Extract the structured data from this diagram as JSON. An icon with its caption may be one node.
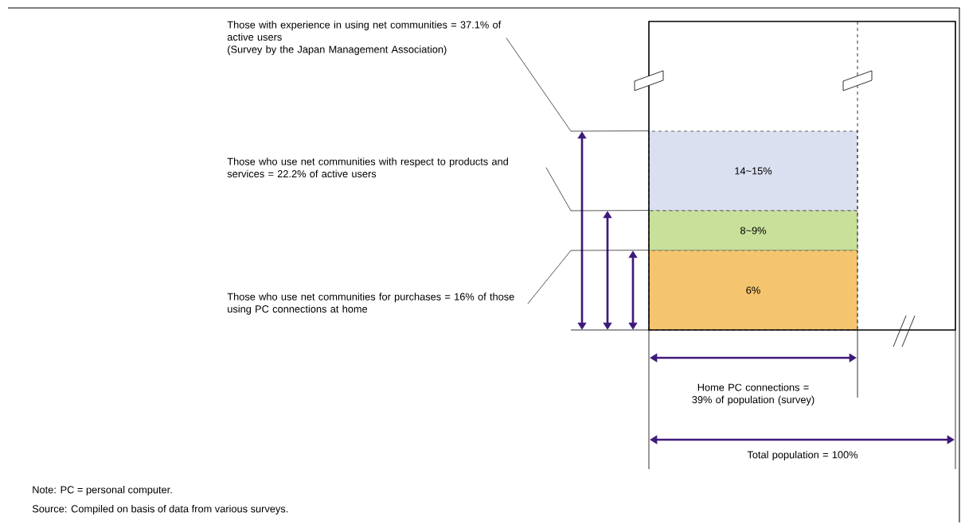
{
  "diagram": {
    "nodes": [
      {
        "text": [
          "14~15%"
        ]
      },
      {
        "text": [
          "8~9%"
        ]
      },
      {
        "text": [
          "6%"
        ]
      },
      {
        "text": [
          "Those with experience in using net communities = 37.1% of active users",
          "(Survey by the Japan Management Association)"
        ]
      },
      {
        "text": [
          "Those who use net communities with respect to products and services = 22.2% of active users"
        ]
      },
      {
        "text": [
          "Those who use net communities for purchases = 16% of those using PC connections at home"
        ]
      }
    ],
    "edges": [
      {
        "from": 3,
        "to": 0,
        "arrow": "none"
      },
      {
        "from": 4,
        "to": 1,
        "arrow": "none"
      },
      {
        "from": 5,
        "to": 2,
        "arrow": "none"
      }
    ],
    "labels": [
      "Home PC connections = 39% of population (survey)",
      "Total population = 100%",
      "Note: PC = personal computer.",
      "Source: Compiled on basis of data from various surveys."
    ]
  }
}
